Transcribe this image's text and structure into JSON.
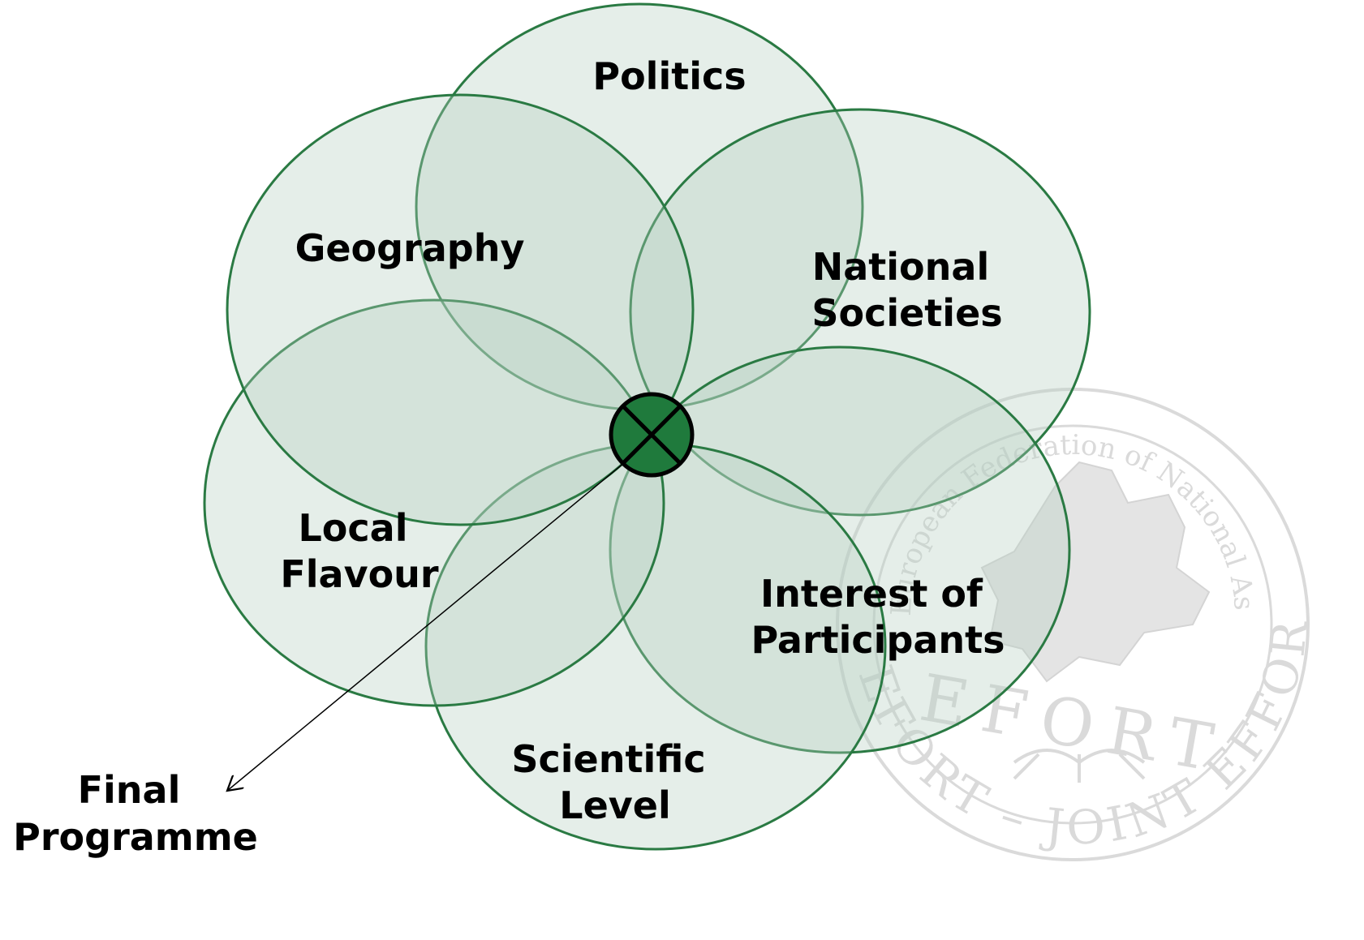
{
  "diagram": {
    "petals": [
      {
        "id": "politics",
        "lines": [
          "Politics"
        ]
      },
      {
        "id": "national-societies",
        "lines": [
          "National",
          "Societies"
        ]
      },
      {
        "id": "interest-of-participants",
        "lines": [
          "Interest of",
          "Participants"
        ]
      },
      {
        "id": "scientific-level",
        "lines": [
          "Scientific",
          "Level"
        ]
      },
      {
        "id": "local-flavour",
        "lines": [
          "Local",
          "Flavour"
        ]
      },
      {
        "id": "geography",
        "lines": [
          "Geography"
        ]
      }
    ],
    "center_label": {
      "lines": [
        "Final",
        "Programme"
      ]
    }
  },
  "watermark": {
    "outer_ring_text": "European Federation of National Associations of Orthopaedics and Traumatology",
    "inner_text": "EFORT",
    "bottom_text": "EFORT – JOINT EFFORTS"
  },
  "colors": {
    "petal_stroke": "#2a7a43",
    "petal_fill": "#b4cfc0",
    "center_fill": "#1f7a3c",
    "watermark": "#d6d6d6"
  }
}
